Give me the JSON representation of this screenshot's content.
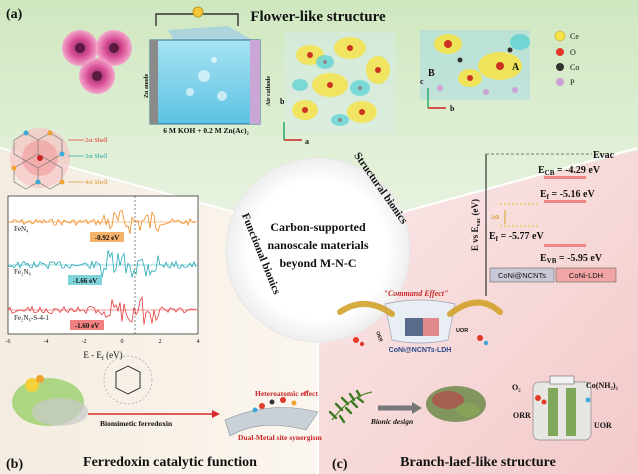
{
  "panels": {
    "a": {
      "label": "(a)",
      "title": "Flower-like structure",
      "battery_text": "6 M KOH + 0.2 M Zn(Ac)₂",
      "zn_anode": "Zn anode",
      "air_cathode": "Air cathode",
      "legend": {
        "ce": "Ce",
        "o": "O",
        "co": "Co",
        "p": "P"
      },
      "axis_a": "a",
      "axis_b": "b",
      "axis_c": "c",
      "axis_b2": "b",
      "label_A": "A",
      "label_B": "B"
    },
    "b": {
      "label": "(b)",
      "title": "Ferredoxin catalytic function",
      "shell_labels": [
        "2st Shell",
        "3st Shell",
        "4st Shell"
      ],
      "dos_labels": [
        "FeN₄",
        "Fe₂N₆",
        "Fe₂N₆-S-4-1"
      ],
      "dos_values": [
        "-0.92 eV",
        "-1.66 eV",
        "-1.60 eV"
      ],
      "xaxis": "E - E",
      "xaxis_sub": "f",
      "xaxis_unit": " (eV)",
      "ticks": [
        "-6",
        "-4",
        "-2",
        "0",
        "2",
        "4"
      ],
      "arrow_text": "Biomimetic ferredoxin",
      "hetero_text": "Heteroatomic effect",
      "dual_text": "Dual-Metal site synergism"
    },
    "c": {
      "label": "(c)",
      "title": "Branch-laef-like structure",
      "evac": "Evac",
      "levels": [
        {
          "name": "E",
          "sub": "CB",
          "value": " = -4.29 eV"
        },
        {
          "name": "E",
          "sub": "f",
          "value": " = -5.16 eV"
        },
        {
          "name": "E",
          "sub": "f",
          "value": " = -5.77 eV"
        },
        {
          "name": "E",
          "sub": "VB",
          "value": " = -5.95 eV"
        }
      ],
      "delta": "ΔΦ",
      "yaxis": "E vs E",
      "yaxis_sub": "vac",
      "yaxis_unit": " (eV)",
      "box_left": "CoNi@NCNTs",
      "box_right": "CoNi-LDH",
      "command": "\"Command Effect\"",
      "device_caption": "CoNi@NCNTs-LDH",
      "oer": "OER",
      "uor": "UOR",
      "bionic": "Bionic design",
      "o2": "O₂",
      "urea": "Co(NH₂)₂",
      "orr": "ORR",
      "uor2": "UOR"
    }
  },
  "center": {
    "title_lines": [
      "Carbon-supported",
      "nanoscale materials",
      "beyond M-N-C"
    ],
    "structural": "Structural bionics",
    "functional": "Functional bionics"
  },
  "colors": {
    "green_panel": "#dfeecf",
    "pink_panel": "#f6dcdc",
    "dos_orange": "#f08a24",
    "dos_teal": "#27a9b5",
    "dos_red": "#e53b3b"
  }
}
